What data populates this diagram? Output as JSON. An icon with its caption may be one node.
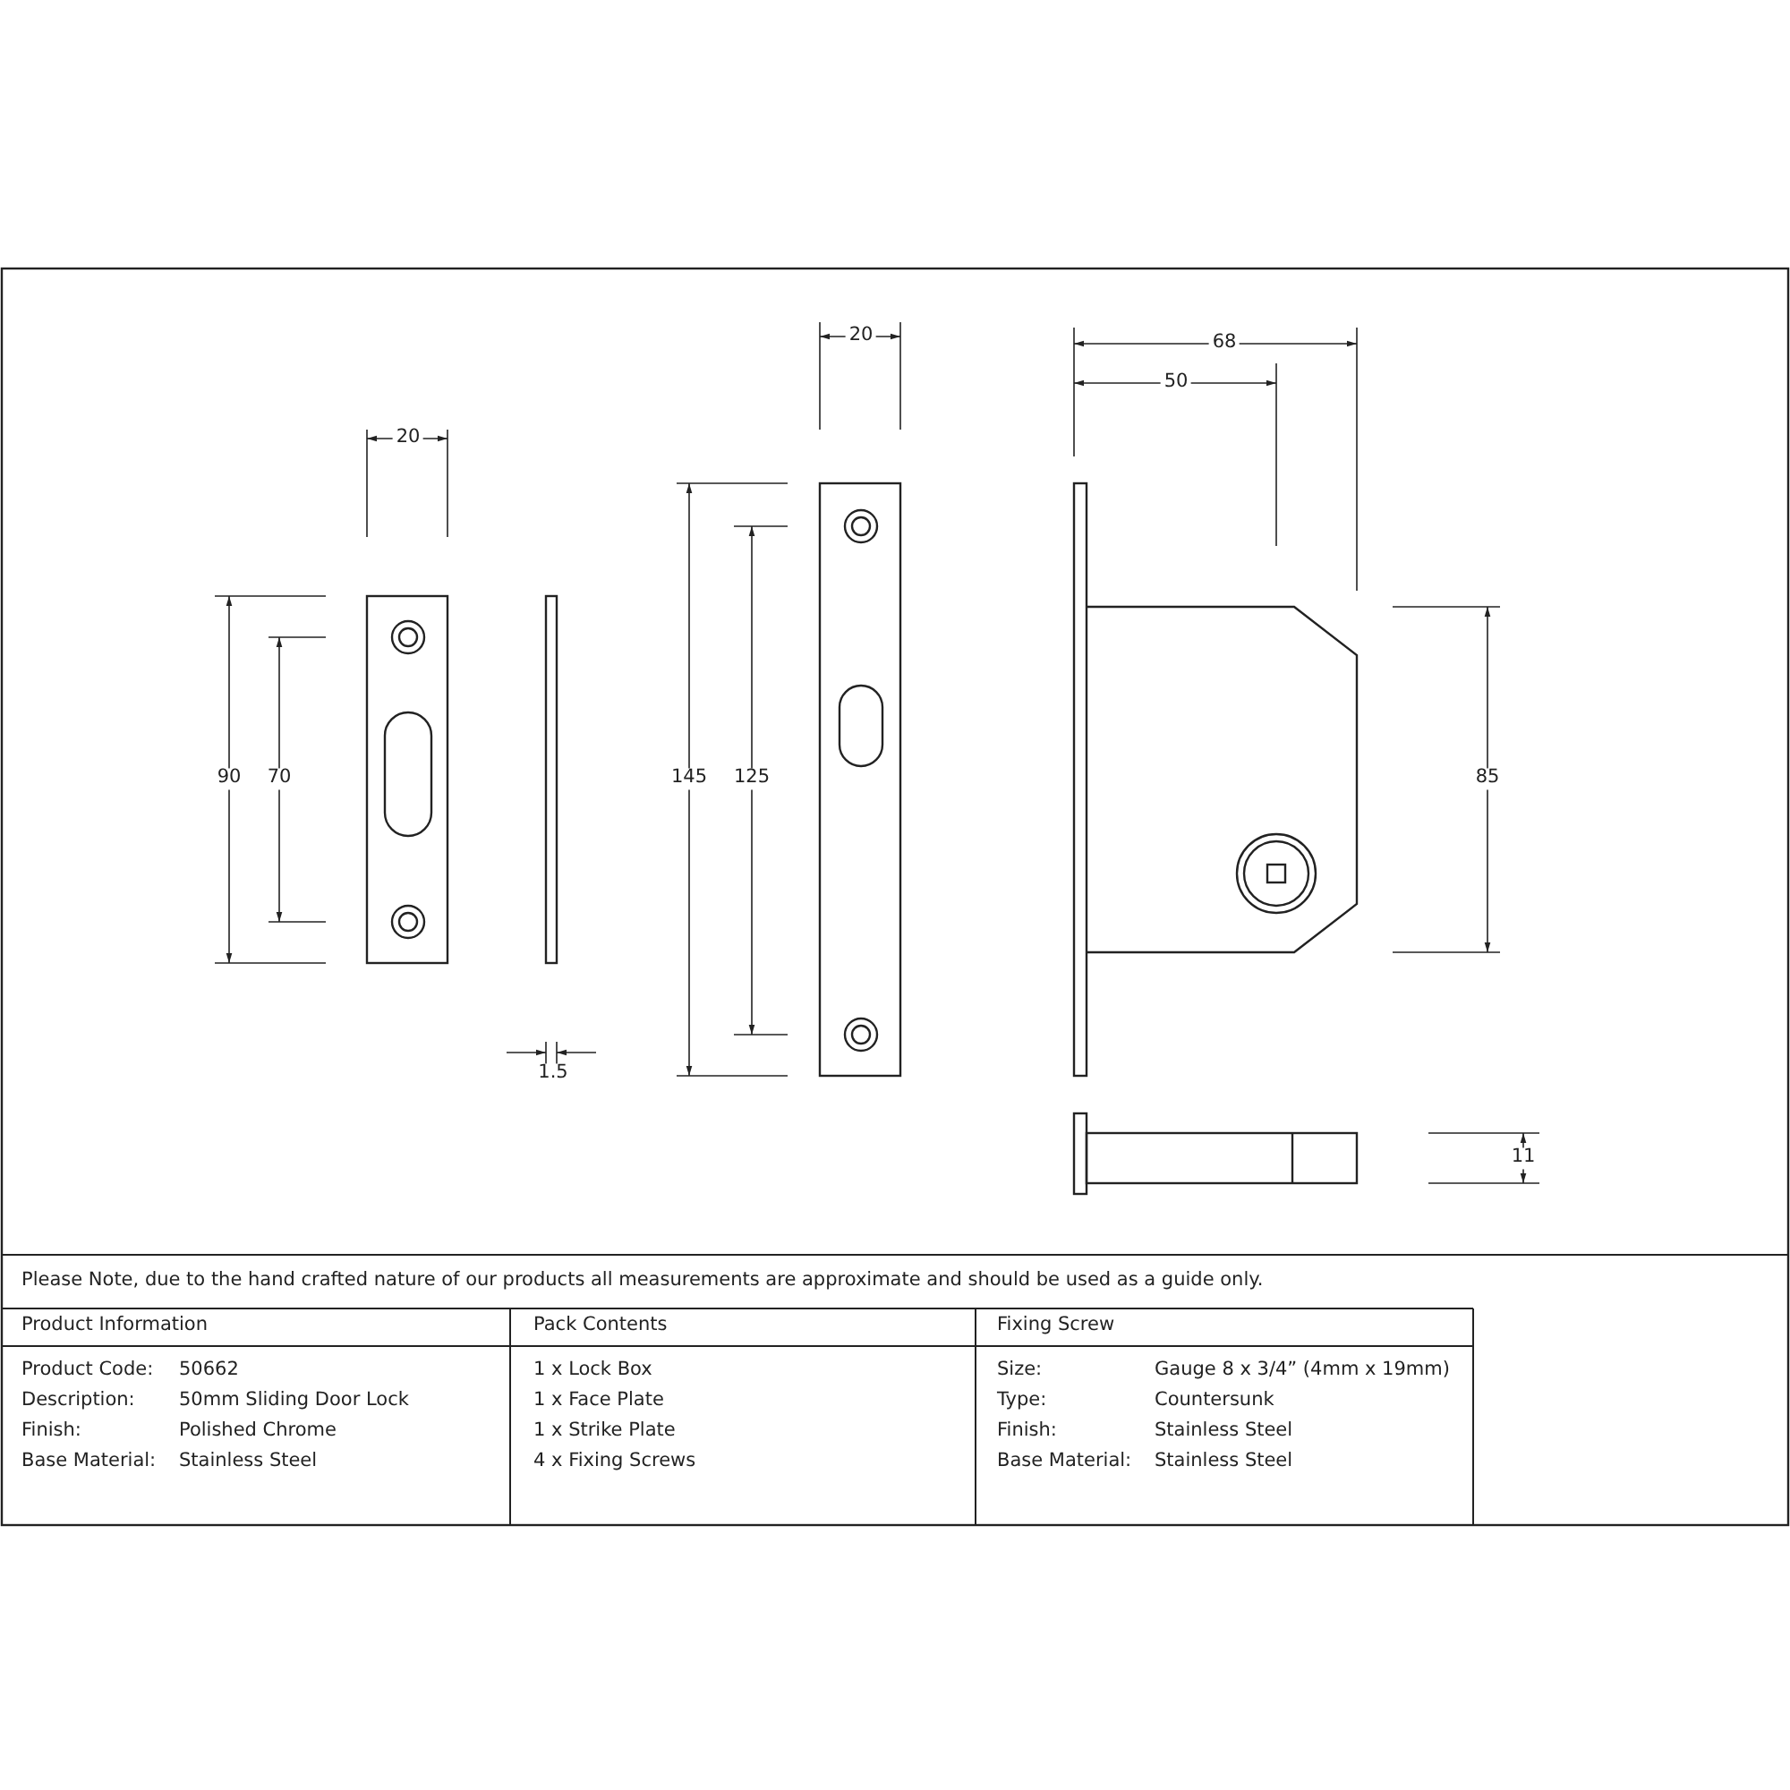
{
  "diagram": {
    "labels": [
      "20",
      "68",
      "50",
      "20",
      "90",
      "70",
      "145",
      "125",
      "85",
      "1.5",
      "11",
      "Please Note, due to the hand crafted nature of our products all measurements are approximate and should be used as a guide only.",
      "Product Information",
      "Pack Contents",
      "Fixing Screw",
      "Product Code:",
      "50662",
      "1 x Lock Box",
      "Size:",
      "Gauge 8 x 3/4” (4mm x 19mm)",
      "Description:",
      "50mm Sliding Door Lock",
      "1 x Face Plate",
      "Type:",
      "Countersunk",
      "Finish:",
      "Polished Chrome",
      "1 x Strike Plate",
      "Finish:",
      "Stainless Steel",
      "Base Material:",
      "Stainless Steel",
      "4 x Fixing Screws",
      "Base Material:",
      "Stainless Steel"
    ]
  }
}
